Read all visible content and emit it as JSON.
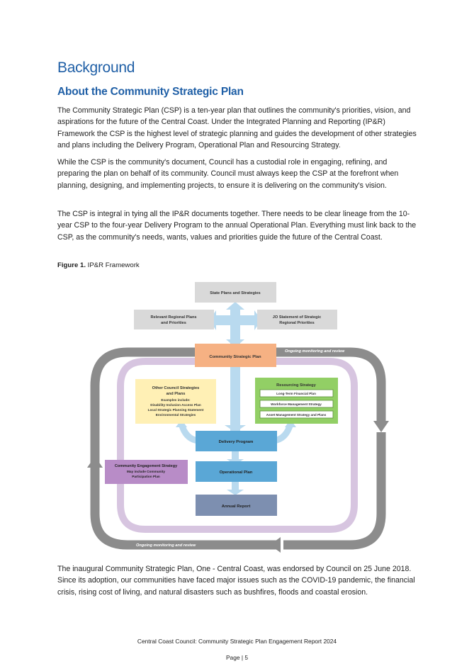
{
  "heading": "Background",
  "subheading": "About the Community Strategic Plan",
  "paragraphs": [
    "The Community Strategic Plan (CSP) is a ten-year plan that outlines the community's priorities, vision, and aspirations for the future of the Central Coast. Under the Integrated Planning and Reporting (IP&R) Framework the CSP is the highest level of strategic planning and guides the development of other strategies and plans including the Delivery Program, Operational Plan and Resourcing Strategy.",
    "While the CSP is the community's document, Council has a custodial role in engaging, refining, and preparing the plan on behalf of its community. Council must always keep the CSP at the forefront when planning, designing, and implementing projects, to ensure it is delivering on the community's vision.",
    "The CSP is integral in tying all the IP&R documents together. There needs to be clear lineage from the 10-year CSP to the four-year Delivery Program to the annual Operational Plan. Everything must link back to the CSP, as the community's needs, wants, values and priorities guide the future of the Central Coast."
  ],
  "figure": {
    "label": "Figure 1.",
    "caption": "IP&R Framework",
    "boxes": {
      "state": "State Plans and Strategies",
      "regional_1": "Relevant Regional Plans",
      "regional_2": "and Priorities",
      "jo_1": "JO Statement of Strategic",
      "jo_2": "Regional Priorities",
      "csp": "Community Strategic Plan",
      "other_1": "Other Council Strategies",
      "other_2": "and Plans",
      "other_3": "Examples include:",
      "other_4": "Disability Inclusion Access Plan",
      "other_5": "Local Strategic Planning Statement",
      "other_6": "Environmental Strategies",
      "resourcing": "Resourcing Strategy",
      "ltfp": "Long-Term Financial Plan",
      "wms": "Workforce Management Strategy",
      "ams": "Asset Management Strategy and Plans",
      "delivery": "Delivery Program",
      "engage_1": "Community Engagement Strategy",
      "engage_2": "May include Community",
      "engage_3": "Participation Plan",
      "operational": "Operational Plan",
      "annual": "Annual Report",
      "monitor_top": "Ongoing monitoring and review",
      "monitor_bottom": "Ongoing monitoring and review"
    }
  },
  "closing_paragraph": "The inaugural Community Strategic Plan, One - Central Coast, was endorsed by Council on 25 June 2018. Since its adoption, our communities have faced major issues such as the COVID-19 pandemic, the financial crisis, rising cost of living, and natural disasters such as bushfires, floods and coastal erosion.",
  "footer": {
    "report": "Central Coast Council: Community Strategic Plan Engagement Report 2024",
    "page": "Page | 5"
  },
  "colors": {
    "heading_blue": "#1f5fa6",
    "csp_orange": "#f6b183",
    "other_yellow": "#fff0b5",
    "resourcing_green": "#92cf65",
    "delivery_blue": "#5aa7d6",
    "engage_purple": "#b88cc7",
    "annual_slate": "#7d8fb0",
    "loop_grey": "#8c8c8c",
    "loop_lilac": "#d7c5e0",
    "arrow_lightblue": "#b9daef"
  }
}
